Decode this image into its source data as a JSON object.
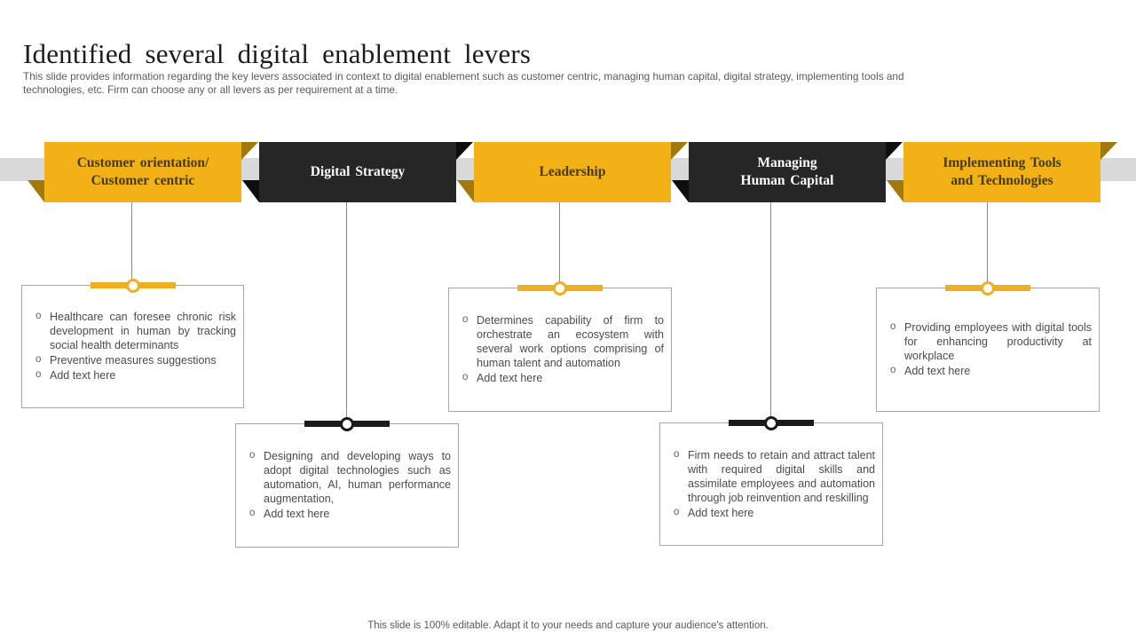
{
  "slide": {
    "title": "Identified several digital enablement levers",
    "subtitle_lines": [
      "This slide provides information regarding the key levers associated in context to digital enablement such as customer centric, managing human capital, digital strategy, implementing tools and",
      "technologies, etc. Firm can choose any or all levers as per requirement at a time."
    ],
    "footer": "This slide is 100% editable. Adapt it to your needs and capture your audience's attention."
  },
  "colors": {
    "accent_yellow": "#F2B217",
    "accent_yellow_fold": "#A2790D",
    "accent_dark": "#262626",
    "ribbon_band_gray": "#D9D9D9",
    "banner_text_on_yellow": "#453A08",
    "banner_text_on_dark": "#FFFFFF",
    "callout_border": "#A6A6A6",
    "body_text": "#4B4B4B"
  },
  "levers": [
    {
      "label_lines": [
        "Customer orientation/",
        "Customer centric"
      ],
      "theme": "yellow",
      "bullets": [
        "Healthcare can foresee chronic risk development in human by tracking social health determinants",
        "Preventive measures suggestions",
        "Add text here"
      ]
    },
    {
      "label_lines": [
        "Digital Strategy"
      ],
      "theme": "dark",
      "bullets": [
        "Designing and developing ways to adopt digital technologies such as automation, AI, human performance augmentation,",
        "Add text here"
      ]
    },
    {
      "label_lines": [
        "Leadership"
      ],
      "theme": "yellow",
      "bullets": [
        "Determines capability of firm to orchestrate an ecosystem with several work options comprising of human talent and automation",
        "Add text here"
      ]
    },
    {
      "label_lines": [
        "Managing",
        "Human Capital"
      ],
      "theme": "dark",
      "bullets": [
        "Firm needs to retain and attract talent with required digital skills and assimilate employees and automation through job reinvention and reskilling",
        "Add text here"
      ]
    },
    {
      "label_lines": [
        "Implementing Tools",
        "and Technologies"
      ],
      "theme": "yellow",
      "bullets": [
        "Providing employees with digital tools for enhancing productivity at workplace",
        "Add text here"
      ]
    }
  ]
}
